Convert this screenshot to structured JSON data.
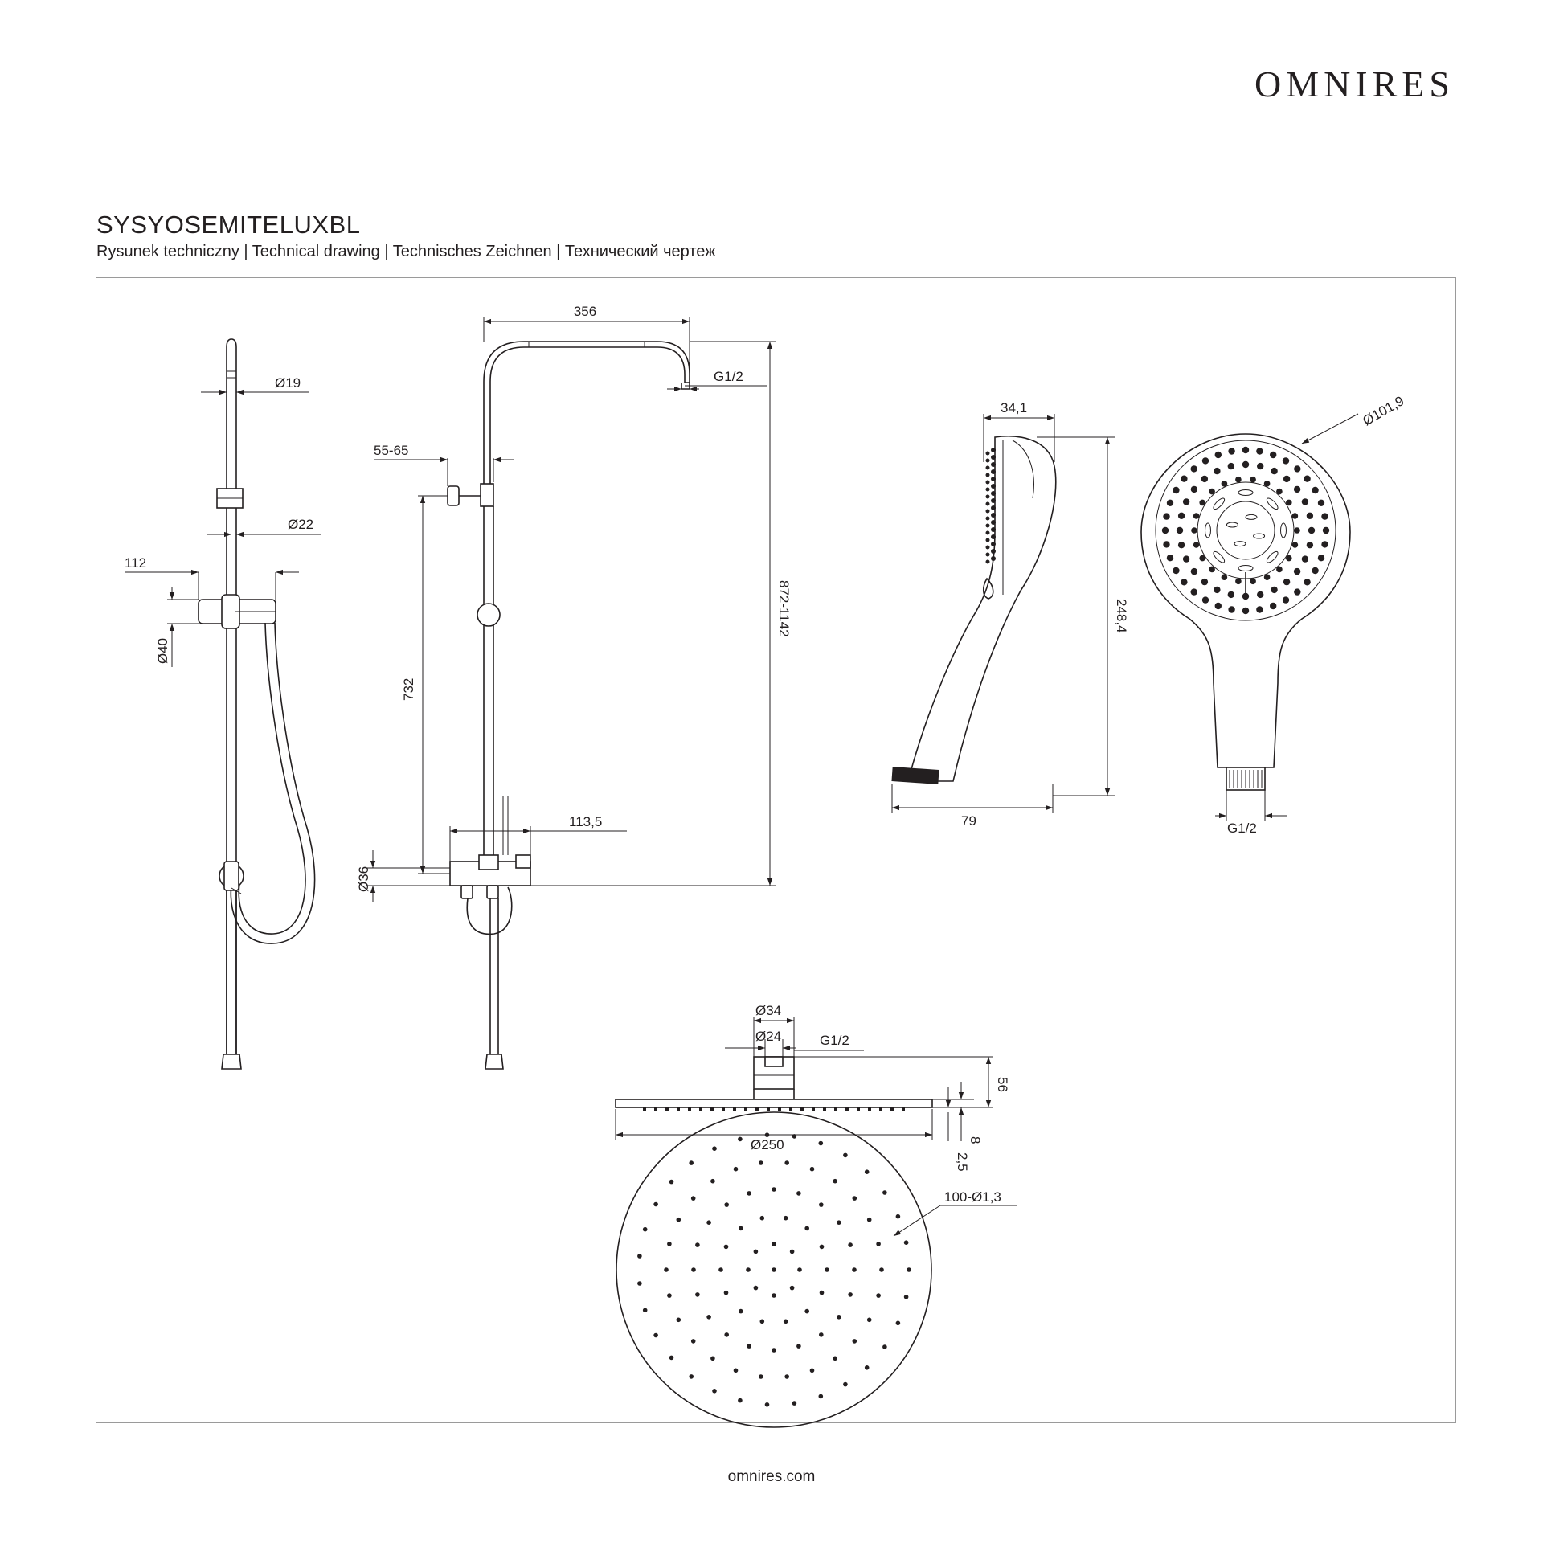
{
  "brand": "OMNIRES",
  "product_code": "SYSYOSEMITELUXBL",
  "subtitle": "Rysunek techniczny | Technical drawing | Technisches Zeichnen | Технический чертеж",
  "footer": "omnires.com",
  "dimensions": {
    "d19": "Ø19",
    "d22": "Ø22",
    "w112": "112",
    "d40": "Ø40",
    "w356": "356",
    "g12_top": "G1/2",
    "w55_65": "55-65",
    "h732": "732",
    "h872_1142": "872-1142",
    "w113_5": "113,5",
    "d36": "Ø36",
    "w34_1": "34,1",
    "h248_4": "248,4",
    "w79": "79",
    "d101_9": "Ø101,9",
    "g12_hand": "G1/2",
    "d34": "Ø34",
    "d24": "Ø24",
    "g12_head": "G1/2",
    "h56": "56",
    "h8": "8",
    "h2_5": "2,5",
    "d250": "Ø250",
    "holes": "100-Ø1,3"
  }
}
